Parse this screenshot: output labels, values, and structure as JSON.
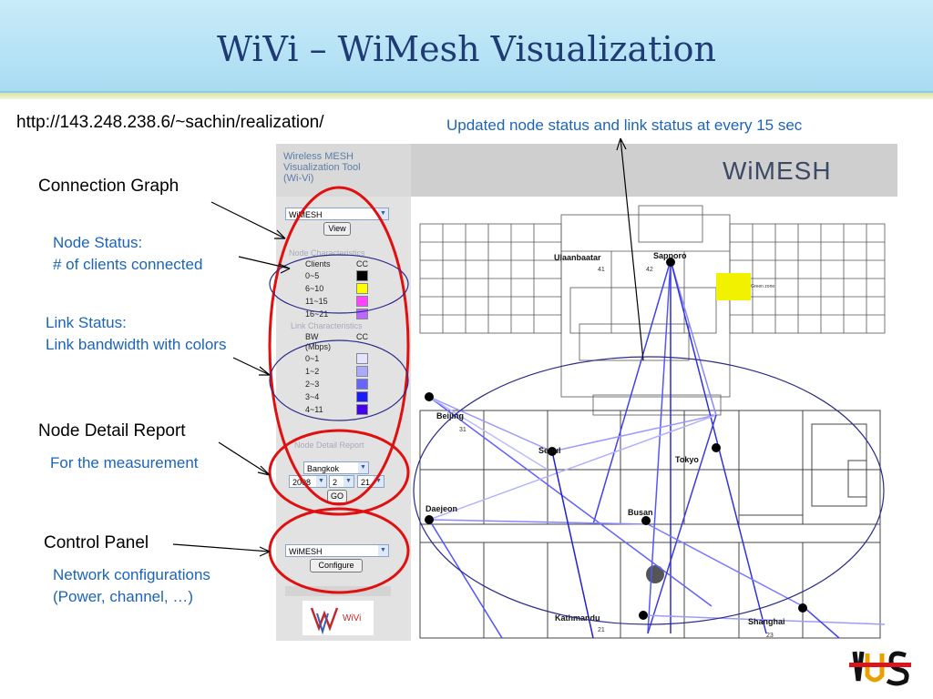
{
  "slide": {
    "title": "WiVi – WiMesh Visualization",
    "url": "http://143.248.238.6/~sachin/realization/",
    "update_note": "Updated node status and link status at every 15 sec",
    "connection_graph": "Connection Graph",
    "node_status_title": "Node Status:",
    "node_status_desc": "# of clients connected",
    "link_status_title": "Link Status:",
    "link_status_desc": "Link bandwidth with colors",
    "node_detail_report": "Node Detail Report",
    "node_detail_desc": "For the measurement",
    "control_panel": "Control Panel",
    "control_desc_1": "Network configurations",
    "control_desc_2": "(Power, channel, …)"
  },
  "tool": {
    "name": "Wireless MESH\nVisualization Tool\n(Wi-Vi)",
    "logo_text": "WiMESH",
    "graph_select_value": "WiMESH",
    "view_button": "View",
    "node_char_title": "Node Characteristics",
    "node_cols": [
      "Clients",
      "CC"
    ],
    "node_rows": [
      {
        "label": "0~5",
        "color": "#000000"
      },
      {
        "label": "6~10",
        "color": "#ffff00"
      },
      {
        "label": "11~15",
        "color": "#ff44ff"
      },
      {
        "label": "16~21",
        "color": "#bb66ff"
      }
    ],
    "link_char_title": "Link Characteristics",
    "link_cols": [
      "BW",
      "CC"
    ],
    "link_unit": "(Mbps)",
    "link_rows": [
      {
        "label": "0~1",
        "color": "#e4e4ff"
      },
      {
        "label": "1~2",
        "color": "#aaaaff"
      },
      {
        "label": "2~3",
        "color": "#6666ff"
      },
      {
        "label": "3~4",
        "color": "#1a1aff"
      },
      {
        "label": "4~11",
        "color": "#4400ee"
      }
    ],
    "node_report_title": "Node Detail Report",
    "report_node": "Bangkok",
    "report_year": "2008",
    "report_month": "2",
    "report_day": "21",
    "go_button": "GO",
    "config_select_value": "WiMESH",
    "configure_button": "Configure",
    "small_logo_text": "WiVi"
  },
  "map": {
    "nodes": [
      "Ulaanbaatar",
      "Sapporo",
      "Beijing",
      "Seoul",
      "Tokyo",
      "Daejeon",
      "Busan",
      "Kathmandu",
      "Shanghai"
    ],
    "room_numbers": [
      "41",
      "42",
      "31",
      "21",
      "23"
    ],
    "green_zone_label": "Green zone"
  },
  "brand": {
    "logo": "NUS"
  }
}
